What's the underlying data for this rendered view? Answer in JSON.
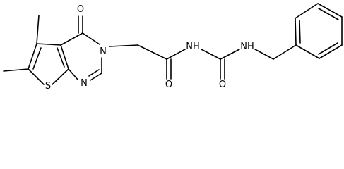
{
  "molecule": {
    "atoms": {
      "ring_oxygen": "O",
      "ring_n3": "N",
      "ring_n1": "N",
      "ring_sulfur": "S",
      "amide_oxygen": "O",
      "imide_nh": "NH",
      "urea_oxygen": "O",
      "benzyl_nh": "NH"
    }
  }
}
